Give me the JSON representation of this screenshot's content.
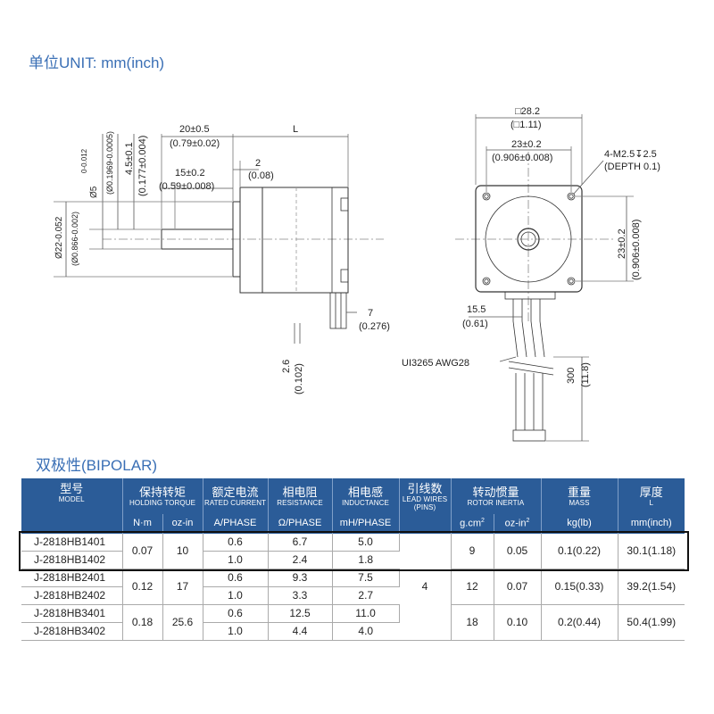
{
  "header": {
    "unit_title": "单位UNIT: mm(inch)"
  },
  "side_view": {
    "dim_shaft_length": "20±0.5",
    "dim_shaft_length_in": "(0.79±0.02)",
    "dim_L": "L",
    "dim_flat_length": "15±0.2",
    "dim_flat_length_in": "(0.59±0.008)",
    "dim_flange": "2",
    "dim_flange_in": "(0.08)",
    "dim_shaft_dia": "Ø5",
    "dim_shaft_dia_tol": "0-0.012",
    "dim_shaft_dia_in": "(Ø0.1969-0.0005)",
    "dim_flat_depth": "4.5±0.1",
    "dim_flat_depth_in": "(0.177±0.004)",
    "dim_boss_dia": "Ø22-0.052",
    "dim_boss_dia_in": "(Ø0.866-0.002)",
    "dim_tail": "2.6",
    "dim_tail_in": "(0.102)",
    "dim_lead_exit": "7",
    "dim_lead_exit_in": "(0.276)"
  },
  "front_view": {
    "dim_square": "□28.2",
    "dim_square_in": "(□1.11)",
    "dim_hole_spacing": "23±0.2",
    "dim_hole_spacing_in": "(0.906±0.008)",
    "dim_holes": "4-M2.5↧2.5",
    "dim_holes_depth": "(DEPTH 0.1)",
    "dim_v_spacing": "23±0.2",
    "dim_v_spacing_in": "(0.906±0.008)",
    "dim_lead_offset": "15.5",
    "dim_lead_offset_in": "(0.61)",
    "wire_label": "UI3265 AWG28",
    "dim_wire_length": "300",
    "dim_wire_length_in": "(11.8)"
  },
  "bipolar_title": "双极性(BIPOLAR)",
  "table": {
    "headers": [
      {
        "cn": "型号",
        "en": "MODEL"
      },
      {
        "cn": "保持转矩",
        "en": "HOLDING TORQUE"
      },
      {
        "cn": "额定电流",
        "en": "RATED CURRENT"
      },
      {
        "cn": "相电阻",
        "en": "RESISTANCE"
      },
      {
        "cn": "相电感",
        "en": "INDUCTANCE"
      },
      {
        "cn": "引线数",
        "en": "LEAD WIRES",
        "en2": "(PINS)"
      },
      {
        "cn": "转动惯量",
        "en": "ROTOR INERTIA"
      },
      {
        "cn": "重量",
        "en": "MASS"
      },
      {
        "cn": "厚度",
        "en": "L"
      }
    ],
    "units": {
      "torque_nm": "N·m",
      "torque_ozin": "oz-in",
      "current": "A/PHASE",
      "resistance": "Ω/PHASE",
      "inductance": "mH/PHASE",
      "inertia_gcm": "g.cm",
      "inertia_ozin": "oz-in",
      "mass": "kg(lb)",
      "length": "mm(inch)",
      "sup2": "2"
    },
    "groups": [
      {
        "torque_nm": "0.07",
        "torque_ozin": "10",
        "inertia_gcm": "9",
        "inertia_ozin": "0.05",
        "mass": "0.1(0.22)",
        "length": "30.1(1.18)",
        "rows": [
          {
            "model": "J-2818HB1401",
            "current": "0.6",
            "resistance": "6.7",
            "inductance": "5.0"
          },
          {
            "model": "J-2818HB1402",
            "current": "1.0",
            "resistance": "2.4",
            "inductance": "1.8"
          }
        ]
      },
      {
        "torque_nm": "0.12",
        "torque_ozin": "17",
        "inertia_gcm": "12",
        "inertia_ozin": "0.07",
        "mass": "0.15(0.33)",
        "length": "39.2(1.54)",
        "rows": [
          {
            "model": "J-2818HB2401",
            "current": "0.6",
            "resistance": "9.3",
            "inductance": "7.5"
          },
          {
            "model": "J-2818HB2402",
            "current": "1.0",
            "resistance": "3.3",
            "inductance": "2.7"
          }
        ]
      },
      {
        "torque_nm": "0.18",
        "torque_ozin": "25.6",
        "inertia_gcm": "18",
        "inertia_ozin": "0.10",
        "mass": "0.2(0.44)",
        "length": "50.4(1.99)",
        "rows": [
          {
            "model": "J-2818HB3401",
            "current": "0.6",
            "resistance": "12.5",
            "inductance": "11.0"
          },
          {
            "model": "J-2818HB3402",
            "current": "1.0",
            "resistance": "4.4",
            "inductance": "4.0"
          }
        ]
      }
    ],
    "lead_wires": "4"
  }
}
